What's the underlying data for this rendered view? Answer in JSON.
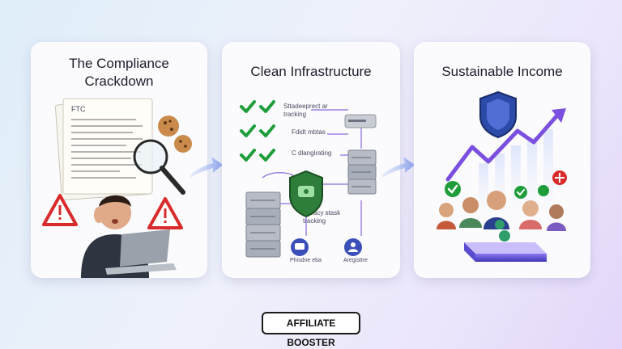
{
  "panels": [
    {
      "title_line1": "The Compliance",
      "title_line2": "Crackdown"
    },
    {
      "title": "Clean Infrastructure"
    },
    {
      "title": "Sustainable Income"
    }
  ],
  "document": {
    "header": "FTC"
  },
  "infrastructure_labels": [
    "Sttadeeprect ar",
    "tracking",
    "Fdidt mbtas",
    "C dlanglrating",
    "privacy stask",
    "tracking",
    "Phisdne eba",
    "Aregisttre"
  ],
  "brand": {
    "label": "AFFILIATE BOOSTER"
  },
  "colors": {
    "check_green": "#1f9d3a",
    "warning_red": "#d92b2b",
    "accent_purple": "#7b4fe0",
    "shield_blue": "#2c4aa8"
  }
}
